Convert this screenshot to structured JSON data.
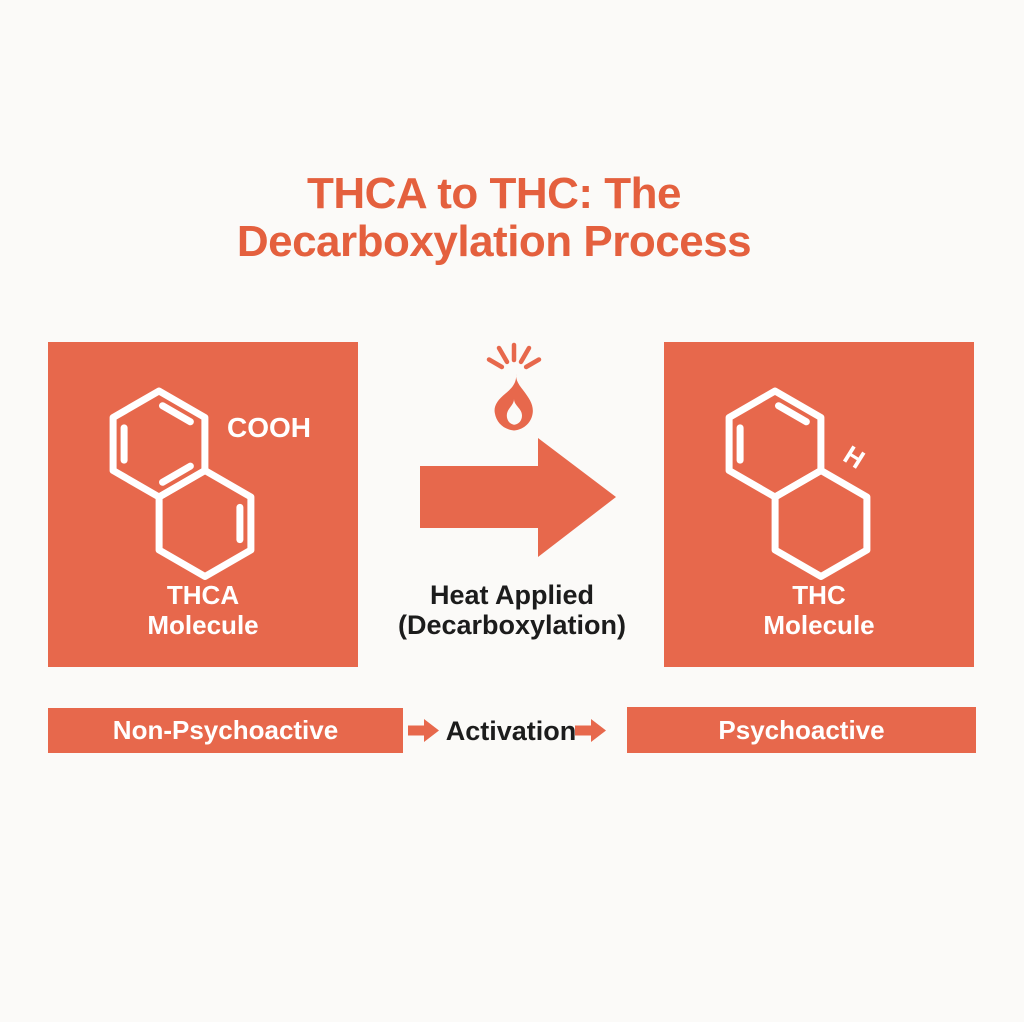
{
  "colors": {
    "background": "#FBFAF8",
    "accent_orange": "#E7684C",
    "title_orange": "#E4603E",
    "text_black": "#1C1C1C",
    "text_white": "#FFFFFF"
  },
  "title": {
    "line1": "THCA to THC: The",
    "line2": "Decarboxylation Process"
  },
  "thca_panel": {
    "formula_label": "COOH",
    "name_line1": "THCA",
    "name_line2": "Molecule"
  },
  "transformation": {
    "heat_line1": "Heat Applied",
    "heat_line2": "(Decarboxylation)",
    "flame_icon": "flame-with-rays",
    "arrow_icon": "large-right-arrow"
  },
  "thc_panel": {
    "atom_label": "H",
    "name_line1": "THC",
    "name_line2": "Molecule"
  },
  "bottom_flow": {
    "left_label": "Non-Psychoactive",
    "middle_label": "Activation",
    "arrow_icon": "small-right-arrow",
    "right_label": "Psychoactive"
  }
}
